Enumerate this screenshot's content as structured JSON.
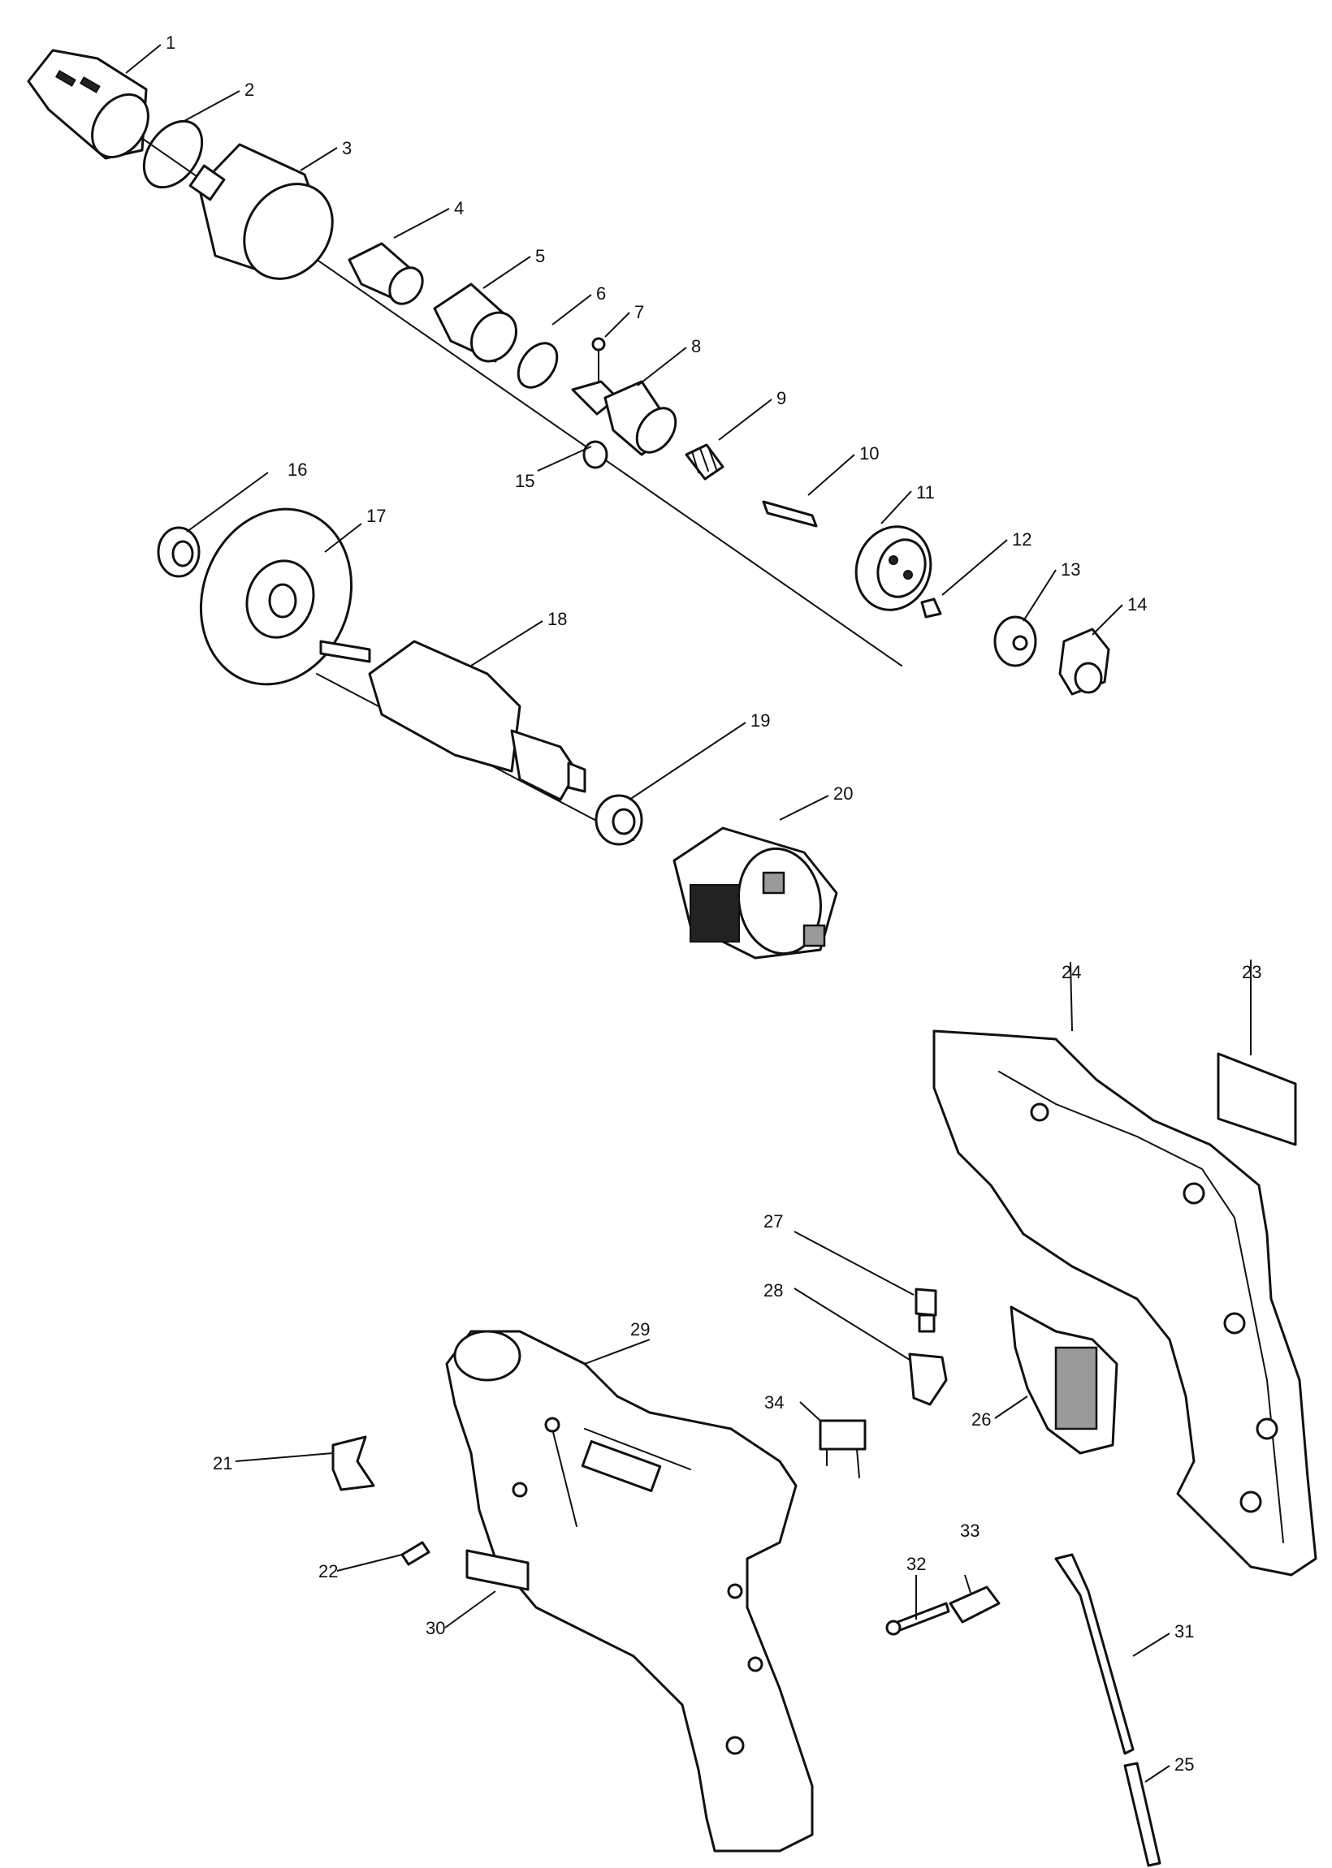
{
  "labels": {
    "p1": "1",
    "p2": "2",
    "p3": "3",
    "p4": "4",
    "p5": "5",
    "p6": "6",
    "p7": "7",
    "p8": "8",
    "p9": "9",
    "p10": "10",
    "p11": "11",
    "p12": "12",
    "p13": "13",
    "p14": "14",
    "p15": "15",
    "p16": "16",
    "p17": "17",
    "p18": "18",
    "p19": "19",
    "p20": "20",
    "p21": "21",
    "p22": "22",
    "p23": "23",
    "p24": "24",
    "p25": "25",
    "p26": "26",
    "p27": "27",
    "p28": "28",
    "p29": "29",
    "p30": "30",
    "p31": "31",
    "p32": "32",
    "p33": "33",
    "p34": "34"
  }
}
